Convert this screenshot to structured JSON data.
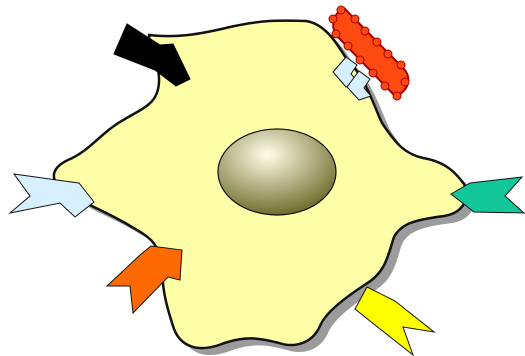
{
  "colors": {
    "background": "#ffffff",
    "cell_fill": "#FFFFA8",
    "cell_outline": "#111111",
    "cell_shadow": "#9B9B9B",
    "nucleus_light": "#FFFFE8",
    "nucleus_dark": "#6E6A2A",
    "arrow_outline": "#111111",
    "black_receptor": "#000000",
    "red_pathogen": "#FF4A12",
    "red_pathogen_outline": "#A60000",
    "light_blue": "#D6F0FF",
    "green_arrow": "#12C89A",
    "orange_arrow": "#FF6A00",
    "yellow_arrow": "#FFFF00"
  },
  "elements": {
    "cell": "cell-body",
    "nucleus": "cell-nucleus",
    "receptors": [
      {
        "name": "black-arrow-icon",
        "color_key": "black_receptor"
      },
      {
        "name": "light-blue-left-arrow-icon",
        "color_key": "light_blue"
      },
      {
        "name": "green-right-arrow-icon",
        "color_key": "green_arrow"
      },
      {
        "name": "orange-arrow-icon",
        "color_key": "orange_arrow"
      },
      {
        "name": "yellow-arrow-icon",
        "color_key": "yellow_arrow"
      },
      {
        "name": "small-blue-arrow-icon",
        "color_key": "light_blue"
      }
    ],
    "pathogen": "red-rod-pathogen-icon"
  }
}
